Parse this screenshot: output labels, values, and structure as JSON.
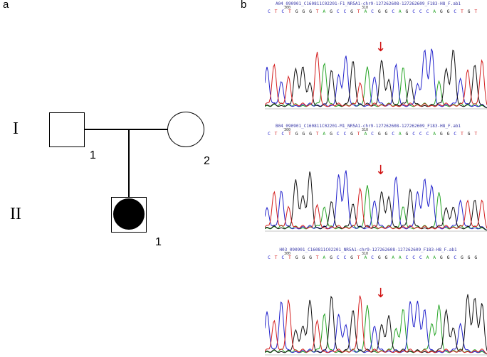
{
  "panels": {
    "a": "a",
    "b": "b"
  },
  "pedigree": {
    "generations": [
      "I",
      "II"
    ],
    "individuals": [
      {
        "id": "I-1",
        "label": "1",
        "sex": "male",
        "affected": false
      },
      {
        "id": "I-2",
        "label": "2",
        "sex": "female",
        "affected": false
      },
      {
        "id": "II-1",
        "label": "1",
        "sex": "unknown",
        "affected": true
      }
    ]
  },
  "colors": {
    "A": "#27a527",
    "C": "#2222cc",
    "G": "#111111",
    "T": "#d41f1f",
    "arrow": "#d01010"
  },
  "chromatograms": [
    {
      "title": "A04_090901_C160811C02201-F1_NR5A1-chr9-127262608-127262609_F183-H8_F.ab1",
      "sequence": "CTCTGGGTAGCCGTACGGCAGCCCAGGCTGT",
      "position_label_1": "300",
      "position_label_2": "310",
      "mutation_arrow": "↓"
    },
    {
      "title": "B04_090901_C160811C02201-M1_NR5A1-chr9-127262608-127262609_F183-H8_F.ab1",
      "sequence": "CTCTGGGTAGCCGTACGGCAGCCCAGGCTGT",
      "position_label_1": "300",
      "position_label_2": "310",
      "mutation_arrow": "↓"
    },
    {
      "title": "H03_090901_C160811C02201_NR5A1-chr9-127262608-127262609_F183-H8_F.ab1",
      "sequence": "CTCTGGGTAGCCGTACGGAACCCAAGGCGGG",
      "position_label_1": "300",
      "position_label_2": "310",
      "mutation_arrow": "↓"
    }
  ]
}
